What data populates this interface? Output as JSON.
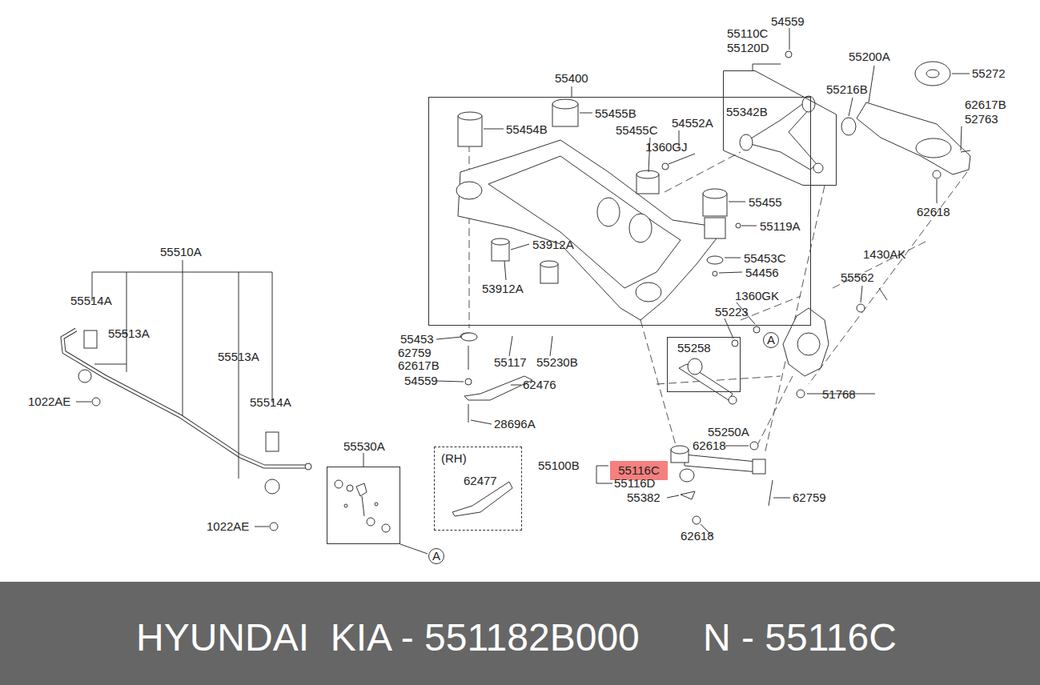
{
  "diagram": {
    "nodes": [
      {
        "text": [
          "55400",
          "55455B",
          "55454B",
          "55455C",
          "54552A",
          "1360GJ",
          "55455",
          "55119A",
          "53912A",
          "53912A",
          "55453C",
          "54456"
        ]
      },
      {
        "text": [
          "55110C",
          "55120D",
          "55342B"
        ]
      },
      {
        "text": [
          "55258",
          "55250A"
        ]
      },
      {
        "text": [
          "55530A"
        ]
      },
      {
        "text": [
          "(RH)",
          "62477"
        ]
      },
      {
        "text": [
          "55116C"
        ]
      },
      {
        "text": [
          "HYUNDAI  KIA - 551182B000",
          "N - 55116C"
        ]
      },
      {
        "text": [
          "A"
        ]
      },
      {
        "text": [
          "A"
        ]
      }
    ],
    "labels": [
      "54559",
      "55200A",
      "55272",
      "55216B",
      "62617B",
      "52763",
      "62618",
      "55562",
      "1430AK",
      "1360GK",
      "55223",
      "51768",
      "62618",
      "55100B",
      "55116D",
      "55382",
      "62759",
      "62618",
      "55453",
      "62759",
      "62617B",
      "54559",
      "55117",
      "55230B",
      "62476",
      "28696A",
      "55510A",
      "55514A",
      "55513A",
      "1022AE",
      "55513A",
      "55514A",
      "1022AE"
    ]
  }
}
